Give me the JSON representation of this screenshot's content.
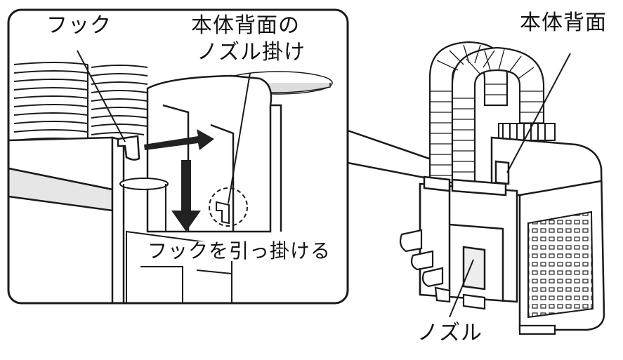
{
  "labels": {
    "hook": "フック",
    "nozzle_hanger_line1": "本体背面の",
    "nozzle_hanger_line2": "ノズル掛け",
    "hook_action": "フックを引っ掛ける",
    "main_body_back": "本体背面",
    "nozzle": "ノズル"
  },
  "colors": {
    "line": "#1a1a1a",
    "fill": "#ffffff",
    "shade": "#cfcfcf",
    "arrow": "#222222"
  }
}
